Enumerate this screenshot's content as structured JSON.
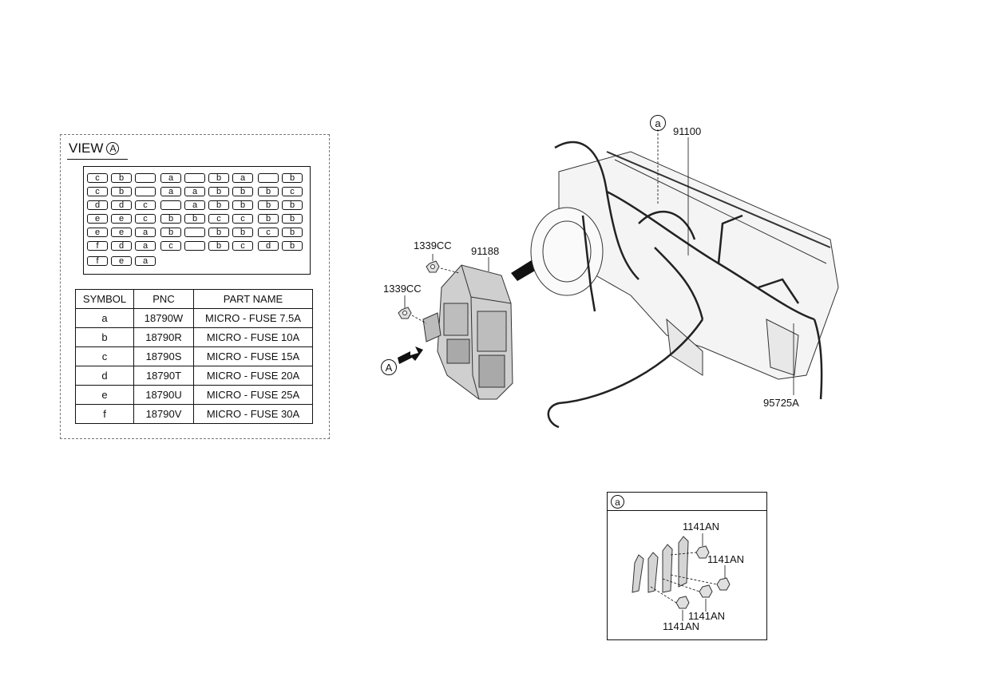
{
  "view": {
    "title": "VIEW",
    "marker": "A",
    "fuse_rows": [
      [
        "c",
        "b",
        "",
        "a",
        "",
        "b",
        "a",
        "",
        "b"
      ],
      [
        "c",
        "b",
        "",
        "a",
        "a",
        "b",
        "b",
        "b",
        "c"
      ],
      [
        "d",
        "d",
        "c",
        "",
        "a",
        "b",
        "b",
        "b",
        "b"
      ],
      [
        "e",
        "e",
        "c",
        "b",
        "b",
        "c",
        "c",
        "b",
        "b"
      ],
      [
        "e",
        "e",
        "a",
        "b",
        "",
        "b",
        "b",
        "c",
        "b"
      ],
      [
        "f",
        "d",
        "a",
        "c",
        "",
        "b",
        "c",
        "d",
        "b"
      ],
      [
        "f",
        "e",
        "a"
      ]
    ]
  },
  "table": {
    "headers": [
      "SYMBOL",
      "PNC",
      "PART NAME"
    ],
    "rows": [
      {
        "symbol": "a",
        "pnc": "18790W",
        "name": "MICRO - FUSE 7.5A"
      },
      {
        "symbol": "b",
        "pnc": "18790R",
        "name": "MICRO - FUSE 10A"
      },
      {
        "symbol": "c",
        "pnc": "18790S",
        "name": "MICRO - FUSE 15A"
      },
      {
        "symbol": "d",
        "pnc": "18790T",
        "name": "MICRO - FUSE 20A"
      },
      {
        "symbol": "e",
        "pnc": "18790U",
        "name": "MICRO - FUSE 25A"
      },
      {
        "symbol": "f",
        "pnc": "18790V",
        "name": "MICRO - FUSE 30A"
      }
    ]
  },
  "callouts": {
    "nut_top": "1339CC",
    "nut_left": "1339CC",
    "junction_box": "91188",
    "view_arrow": "A",
    "harness": "91100",
    "detail_marker": "a",
    "connector": "95725A"
  },
  "detail": {
    "marker": "a",
    "bolt_1": "1141AN",
    "bolt_2": "1141AN",
    "bolt_3": "1141AN",
    "bolt_4": "1141AN"
  }
}
